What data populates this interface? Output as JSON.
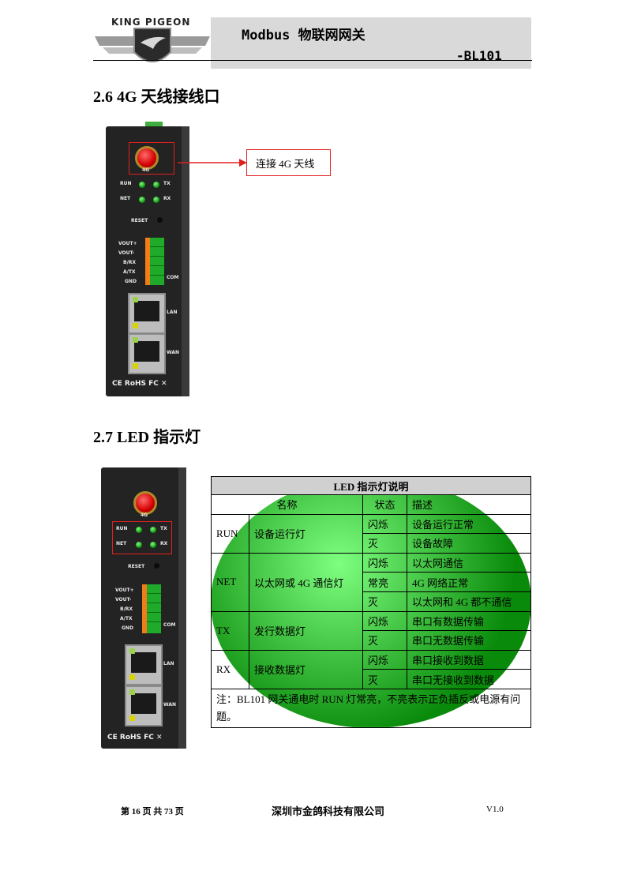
{
  "header": {
    "logo": "KING PIGEON",
    "title": "Modbus 物联网网关",
    "model": "-BL101"
  },
  "section_26": {
    "heading": "2.6 4G 天线接线口",
    "callout": "连接 4G 天线"
  },
  "device": {
    "antenna_label": "4G",
    "run": "RUN",
    "tx": "TX",
    "net": "NET",
    "rx": "RX",
    "reset": "RESET",
    "pins": [
      "VOUT+",
      "VOUT-",
      "B/RX",
      "A/TX",
      "GND"
    ],
    "com": "COM",
    "lan": "LAN",
    "wan": "WAN",
    "cert": "CE RoHS FC ✕"
  },
  "section_27": {
    "heading": "2.7 LED 指示灯"
  },
  "led_table": {
    "caption": "LED 指示灯说明",
    "headers": [
      "名称",
      "状态",
      "描述"
    ],
    "groups": [
      {
        "code": "RUN",
        "name": "设备运行灯",
        "rows": [
          [
            "闪烁",
            "设备运行正常"
          ],
          [
            "灭",
            "设备故障"
          ]
        ]
      },
      {
        "code": "NET",
        "name": "以太网或 4G 通信灯",
        "rows": [
          [
            "闪烁",
            "以太网通信"
          ],
          [
            "常亮",
            "4G 网络正常"
          ],
          [
            "灭",
            "以太网和 4G 都不通信"
          ]
        ]
      },
      {
        "code": "TX",
        "name": "发行数据灯",
        "rows": [
          [
            "闪烁",
            "串口有数据传输"
          ],
          [
            "灭",
            "串口无数据传输"
          ]
        ]
      },
      {
        "code": "RX",
        "name": "接收数据灯",
        "rows": [
          [
            "闪烁",
            "串口接收到数据"
          ],
          [
            "灭",
            "串口无接收到数据"
          ]
        ]
      }
    ],
    "note": "注：BL101 网关通电时 RUN 灯常亮，不亮表示正负插反或电源有问题。"
  },
  "footer": {
    "page_prefix": "第",
    "page_num": "16",
    "page_mid": "页 共",
    "page_total": "73",
    "page_suffix": "页",
    "company": "深圳市金鸽科技有限公司",
    "version": "V1.0"
  }
}
